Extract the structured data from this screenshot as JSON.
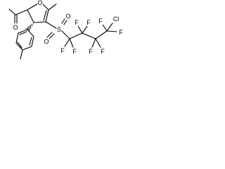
{
  "atoms": {
    "oxygen": "O",
    "sulfur": "S",
    "chlorine": "Cl",
    "fluorine": "F"
  },
  "colors": {
    "bond": "#000000",
    "label": "#000000",
    "background": "#ffffff"
  }
}
